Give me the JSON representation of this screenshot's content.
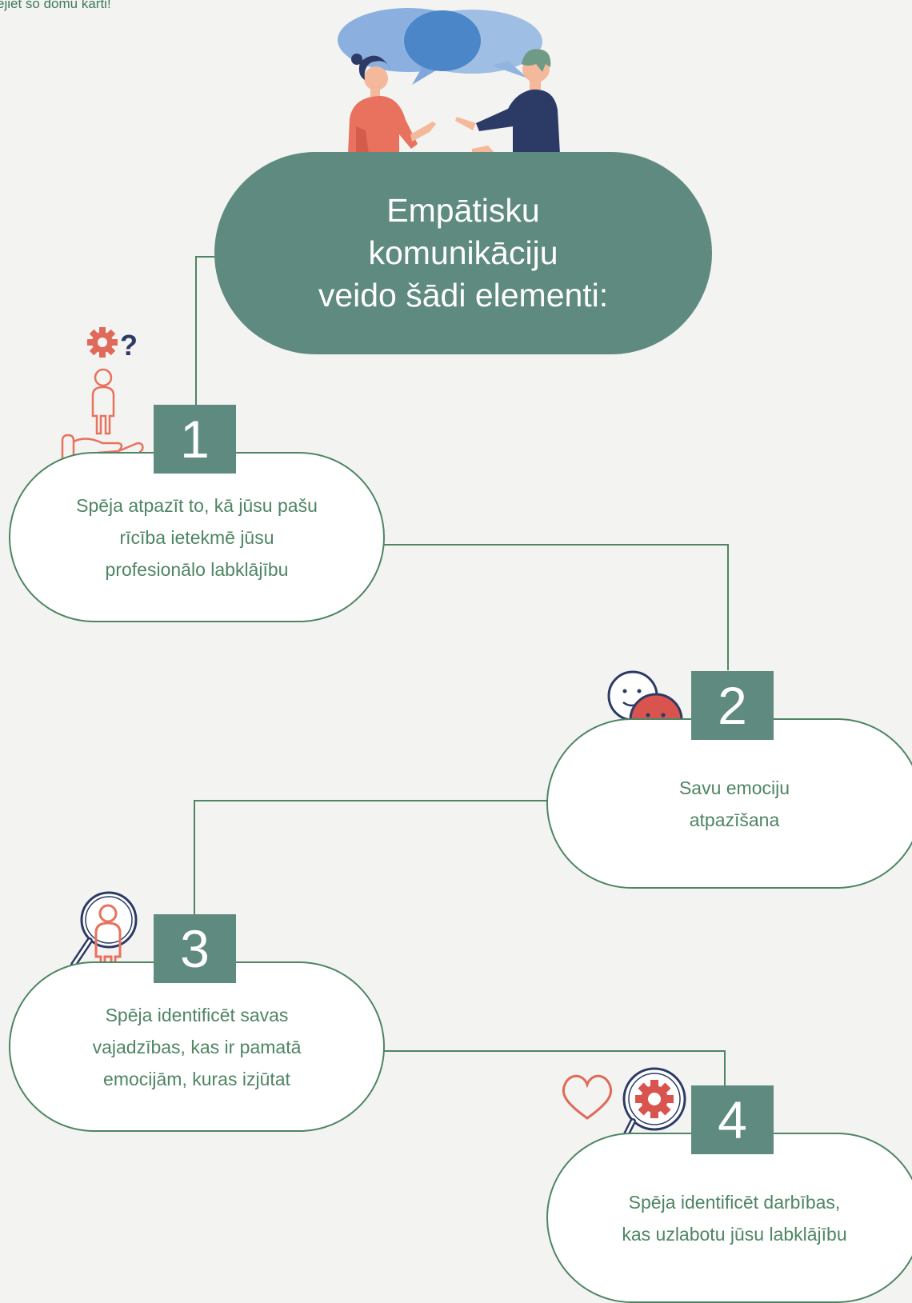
{
  "top_text": "ejiet šo domu karti!",
  "title": {
    "lines": [
      "Empātisku",
      "komunikāciju",
      "veido šādi elementi:"
    ]
  },
  "elements": [
    {
      "number": "1",
      "text": "Spēja atpazīt to, kā jūsu pašu rīcība ietekmē jūsu profesionālo labklājību"
    },
    {
      "number": "2",
      "text": "Savu emociju atpazīšana"
    },
    {
      "number": "3",
      "text": "Spēja identificēt savas vajadzības, kas ir pamatā emocijām, kuras izjūtat"
    },
    {
      "number": "4",
      "text": "Spēja identificēt darbības, kas uzlabotu jūsu labklājību"
    }
  ],
  "colors": {
    "teal": "#5f8a7f",
    "green_line": "#4e8562",
    "coral": "#e8725e",
    "navy": "#2c3a66",
    "red_face": "#d9534f",
    "bubble_blue": "#4a86c8"
  },
  "icons": [
    "conversation-illustration",
    "person-hand-question-icon",
    "happy-sad-faces-icon",
    "person-magnifier-icon",
    "heart-gear-magnifier-icon"
  ]
}
